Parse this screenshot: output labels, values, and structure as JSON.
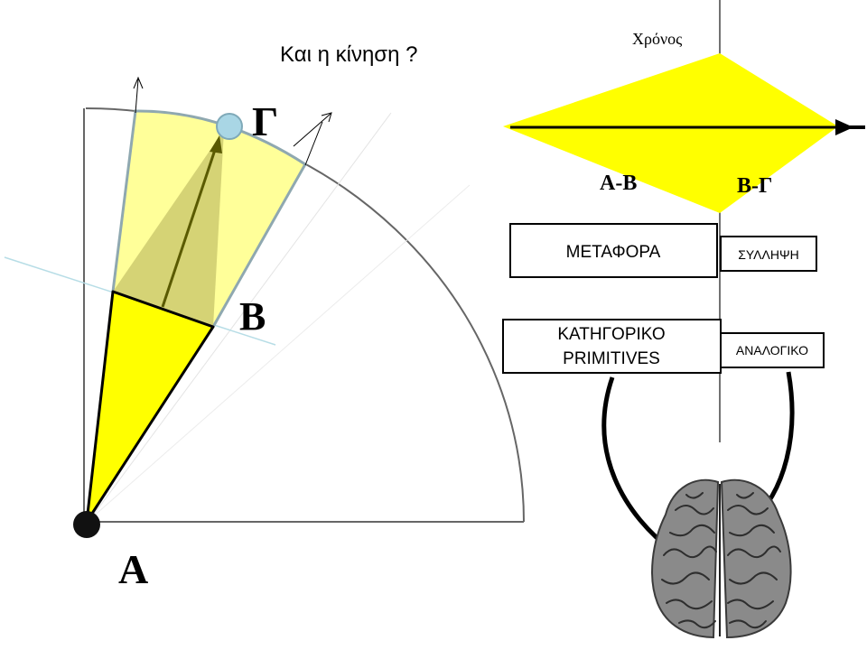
{
  "title": "Και η κίνηση ?",
  "points": {
    "a": "A",
    "b": "B",
    "g": "Γ"
  },
  "timeline": {
    "axis_label": "Χρόνος",
    "segment_ab": "A-B",
    "segment_bg": "B-Γ"
  },
  "boxes": {
    "metafora": "ΜΕΤΑΦΟΡΑ",
    "syllipsi": "ΣΥΛΛΗΨΗ",
    "katigoriko_line1": "ΚΑΤΗΓΟΡΙΚΟ",
    "katigoriko_line2": "PRIMITIVES",
    "analogiko": "ΑΝΑΛΟΓΙΚΟ"
  },
  "colors": {
    "yellow": "#ffff00",
    "pale_yellow": "#ffff99",
    "olive": "#6b6b00",
    "blue_dot": "#a9d6e5"
  }
}
